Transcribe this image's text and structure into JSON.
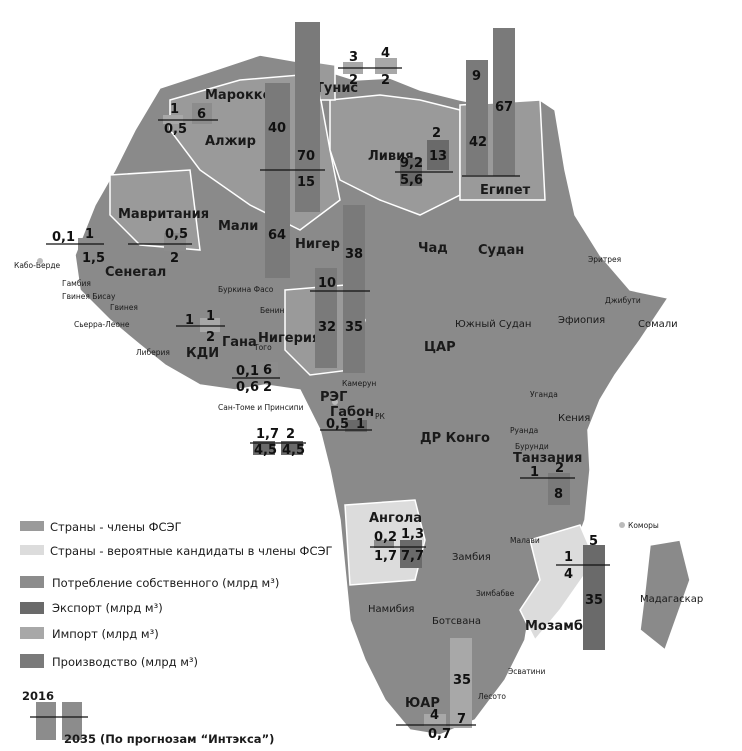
{
  "colors": {
    "member": "#9a9a9a",
    "candidate": "#dcdcdc",
    "other": "#8a8a8a",
    "consumption": "#8c8c8c",
    "export": "#6a6a6a",
    "import": "#a8a8a8",
    "production": "#7a7a7a",
    "border": "#ffffff"
  },
  "countries": {
    "morocco": "Марокко",
    "algeria": "Алжир",
    "tunisia": "Тунис",
    "libya": "Ливия",
    "egypt": "Египет",
    "mauritania": "Мавритания",
    "mali": "Мали",
    "niger": "Нигер",
    "chad": "Чад",
    "sudan": "Судан",
    "eritrea": "Эритрея",
    "djibouti": "Джибути",
    "ethiopia": "Эфиопия",
    "somalia": "Сомали",
    "south_sudan": "Южный Судан",
    "senegal": "Сенегал",
    "cape_verde": "Кабо-Верде",
    "gambia": "Гамбия",
    "guinea_bissau": "Гвинея Бисау",
    "guinea": "Гвинея",
    "sierra_leone": "Сьерра-Леоне",
    "liberia": "Либерия",
    "burkina": "Буркина Фасо",
    "benin": "Бенин",
    "togo": "Того",
    "ivory": "КДИ",
    "ghana": "Гана",
    "nigeria": "Нигерия",
    "car": "ЦАР",
    "cameroon": "Камерун",
    "stp": "Сан-Томе и Принсипи",
    "eq_guinea": "РЭГ",
    "gabon": "Габон",
    "rc": "РК",
    "drc": "ДР Конго",
    "uganda": "Уганда",
    "kenya": "Кения",
    "rwanda": "Руанда",
    "burundi": "Бурунди",
    "tanzania": "Танзания",
    "comoros": "Коморы",
    "angola": "Ангола",
    "zambia": "Замбия",
    "malawi": "Малави",
    "zimbabwe": "Зимбабве",
    "mozambique": "Мозамбик",
    "madagascar": "Мадагаскар",
    "namibia": "Намибия",
    "botswana": "Ботсвана",
    "eswatini": "Эсватини",
    "lesotho": "Лесото",
    "sa": "ЮАР"
  },
  "values": {
    "morocco_2016": "1",
    "morocco_2016b": "0,5",
    "morocco_2035": "6",
    "tunisia_a": "3",
    "tunisia_b": "2",
    "tunisia_c": "4",
    "tunisia_d": "2",
    "algeria_a": "40",
    "algeria_b": "64",
    "algeria_c": "70",
    "algeria_d": "15",
    "libya_a": "9,2",
    "libya_b": "5,6",
    "libya_c": "2",
    "libya_d": "13",
    "egypt_a": "9",
    "egypt_b": "42",
    "egypt_c": "67",
    "mauritania_a": "0,5",
    "mauritania_b": "2",
    "senegal_a": "0,1",
    "senegal_b": "1",
    "senegal_c": "1,5",
    "nigeria_a": "10",
    "nigeria_b": "32",
    "nigeria_c": "38",
    "nigeria_d": "35",
    "ivory_a": "1",
    "ivory_b": "1",
    "ivory_c": "2",
    "ghana_a": "0,1",
    "ghana_b": "0,6",
    "ghana_c": "6",
    "ghana_d": "2",
    "eqg_a": "1,7",
    "eqg_b": "4,5",
    "eqg_c": "2",
    "eqg_d": "4,5",
    "gabon_a": "0,5",
    "gabon_b": "1",
    "tanzania_a": "1",
    "tanzania_b": "2",
    "tanzania_c": "8",
    "angola_a": "0,2",
    "angola_b": "1,7",
    "angola_c": "1,3",
    "angola_d": "7,7",
    "mozambique_a": "1",
    "mozambique_b": "4",
    "mozambique_c": "5",
    "mozambique_d": "35",
    "sa_a": "4",
    "sa_b": "0,7",
    "sa_c": "35",
    "sa_d": "7"
  },
  "legend": {
    "member": "Страны - члены ФСЭГ",
    "candidate": "Страны - вероятные кандидаты в члены ФСЭГ",
    "consumption": "Потребление собственного (млрд м³)",
    "export": "Экспорт (млрд м³)",
    "import": "Импорт (млрд м³)",
    "production": "Производство (млрд м³)",
    "year_2016": "2016",
    "year_2035": "2035 (По прогнозам “Интэкса”)"
  }
}
